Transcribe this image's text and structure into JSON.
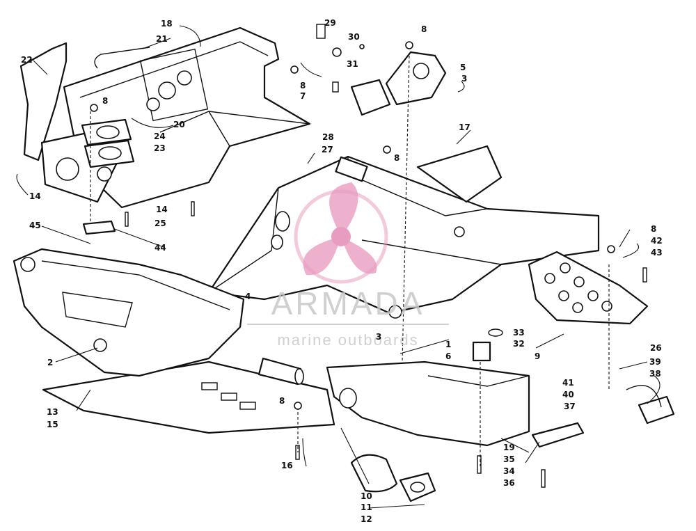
{
  "watermark": {
    "brand": "ARMADA",
    "tagline": "marine outboards",
    "colors": {
      "logo": "#e58bb5",
      "text": "#c8c8c8"
    }
  },
  "callouts": [
    "1",
    "2",
    "3",
    "3",
    "4",
    "5",
    "6",
    "7",
    "8",
    "8",
    "8",
    "8",
    "8",
    "8",
    "9",
    "10",
    "11",
    "12",
    "13",
    "14",
    "14",
    "15",
    "16",
    "17",
    "18",
    "19",
    "20",
    "21",
    "22",
    "23",
    "24",
    "25",
    "26",
    "27",
    "28",
    "29",
    "30",
    "31",
    "32",
    "33",
    "34",
    "35",
    "36",
    "37",
    "38",
    "39",
    "40",
    "41",
    "42",
    "43",
    "44",
    "45"
  ]
}
